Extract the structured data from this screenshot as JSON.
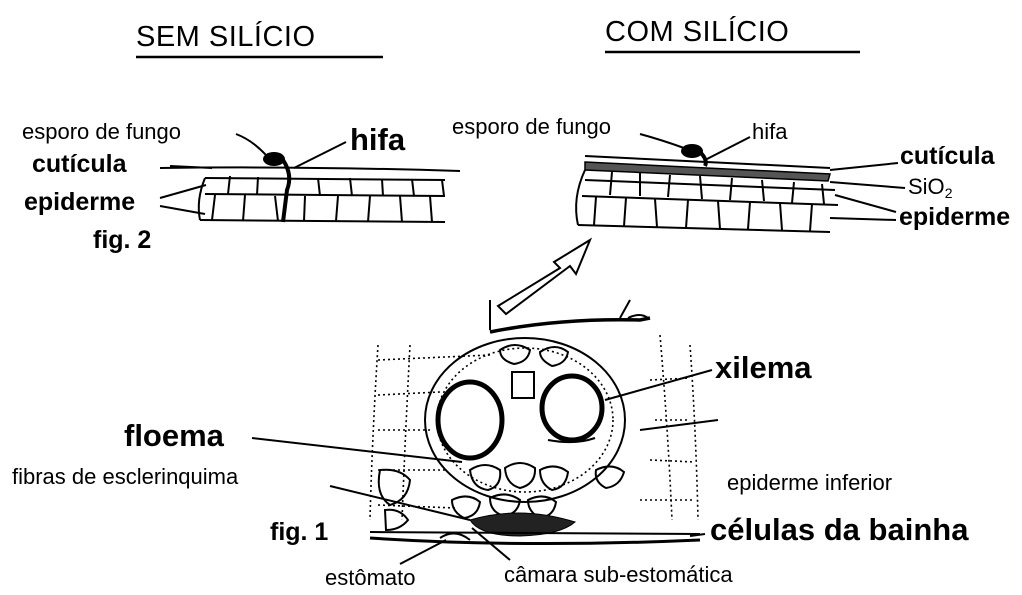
{
  "headers": {
    "left": "SEM SILÍCIO",
    "right": "COM SILÍCIO"
  },
  "fig2": {
    "label": "fig. 2",
    "spore": "esporo de fungo",
    "hypha": "hifa",
    "cuticle": "cutícula",
    "epidermis": "epiderme"
  },
  "fig_right": {
    "spore": "esporo de fungo",
    "hypha": "hifa",
    "cuticle": "cutícula",
    "silica": "SiO",
    "silica_sub": "2",
    "epidermis": "epiderme"
  },
  "fig1": {
    "label": "fig. 1",
    "xylem": "xilema",
    "phloem": "floema",
    "fibers": "fibras de esclerinquima",
    "lower_epidermis": "epiderme inferior",
    "sheath_cells": "células da bainha",
    "stomata": "estômato",
    "substomatal": "câmara sub-estomática"
  }
}
